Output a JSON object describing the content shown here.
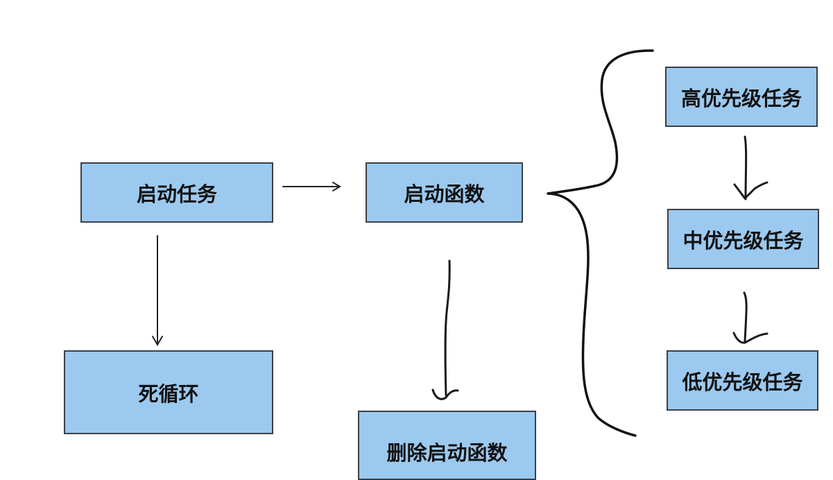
{
  "diagram": {
    "nodes": {
      "start_task": "启动任务",
      "start_function": "启动函数",
      "dead_loop": "死循环",
      "delete_start_function": "删除启动函数",
      "high_priority_task": "高优先级任务",
      "mid_priority_task": "中优先级任务",
      "low_priority_task": "低优先级任务"
    },
    "edges": [
      {
        "from": "start_task",
        "to": "start_function"
      },
      {
        "from": "start_task",
        "to": "dead_loop"
      },
      {
        "from": "start_function",
        "to": "delete_start_function"
      },
      {
        "from": "start_function",
        "to": "priority_group",
        "style": "curly-brace"
      },
      {
        "from": "high_priority_task",
        "to": "mid_priority_task"
      },
      {
        "from": "mid_priority_task",
        "to": "low_priority_task"
      }
    ],
    "colors": {
      "box_fill": "#9cc9ef",
      "box_border": "#3a3f45",
      "line": "#1a1a1a"
    }
  }
}
